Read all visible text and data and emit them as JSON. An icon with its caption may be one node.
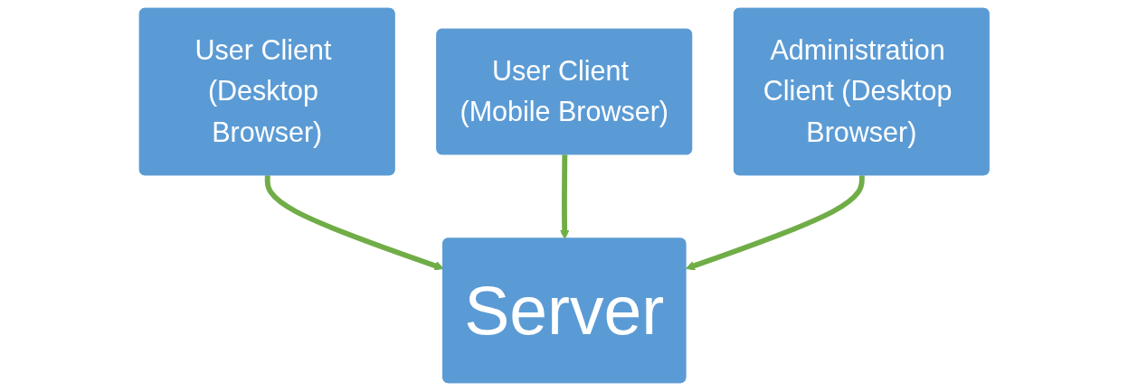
{
  "diagram": {
    "nodes": [
      {
        "text": [
          "User Client (Desktop Browser)"
        ]
      },
      {
        "text": [
          "User Client (Mobile Browser)"
        ]
      },
      {
        "text": [
          "Administration Client (Desktop Browser)"
        ]
      },
      {
        "text": [
          "Server"
        ]
      }
    ],
    "edges": [
      {
        "from": 0,
        "to": 3,
        "arrow": "to"
      },
      {
        "from": 1,
        "to": 3,
        "arrow": "to"
      },
      {
        "from": 2,
        "to": 3,
        "arrow": "to"
      }
    ]
  }
}
